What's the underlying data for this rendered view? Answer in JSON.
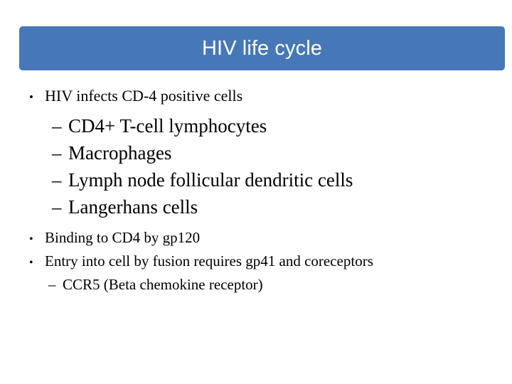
{
  "slide": {
    "title": "HIV life cycle",
    "banner_color": "#4678b8",
    "title_color": "#ffffff",
    "background_color": "#ffffff",
    "text_color": "#000000",
    "bullet_marker": "•",
    "dash_marker": "–",
    "content": [
      {
        "level": 1,
        "group": "a",
        "marker": "•",
        "text": "HIV infects CD-4 positive cells"
      },
      {
        "level": 2,
        "group": "a",
        "marker": "–",
        "text": "CD4+ T-cell lymphocytes"
      },
      {
        "level": 2,
        "group": "a",
        "marker": "–",
        "text": "Macrophages"
      },
      {
        "level": 2,
        "group": "a",
        "marker": "–",
        "text": "Lymph node follicular dendritic cells"
      },
      {
        "level": 2,
        "group": "a",
        "marker": "–",
        "text": "Langerhans cells"
      },
      {
        "level": 1,
        "group": "b",
        "marker": "•",
        "text": "Binding to CD4 by gp120"
      },
      {
        "level": 1,
        "group": "b",
        "marker": "•",
        "text": "Entry into cell by fusion requires gp41 and coreceptors"
      },
      {
        "level": 2,
        "group": "b",
        "marker": "–",
        "text": "CCR5 (Beta chemokine receptor)"
      }
    ]
  }
}
